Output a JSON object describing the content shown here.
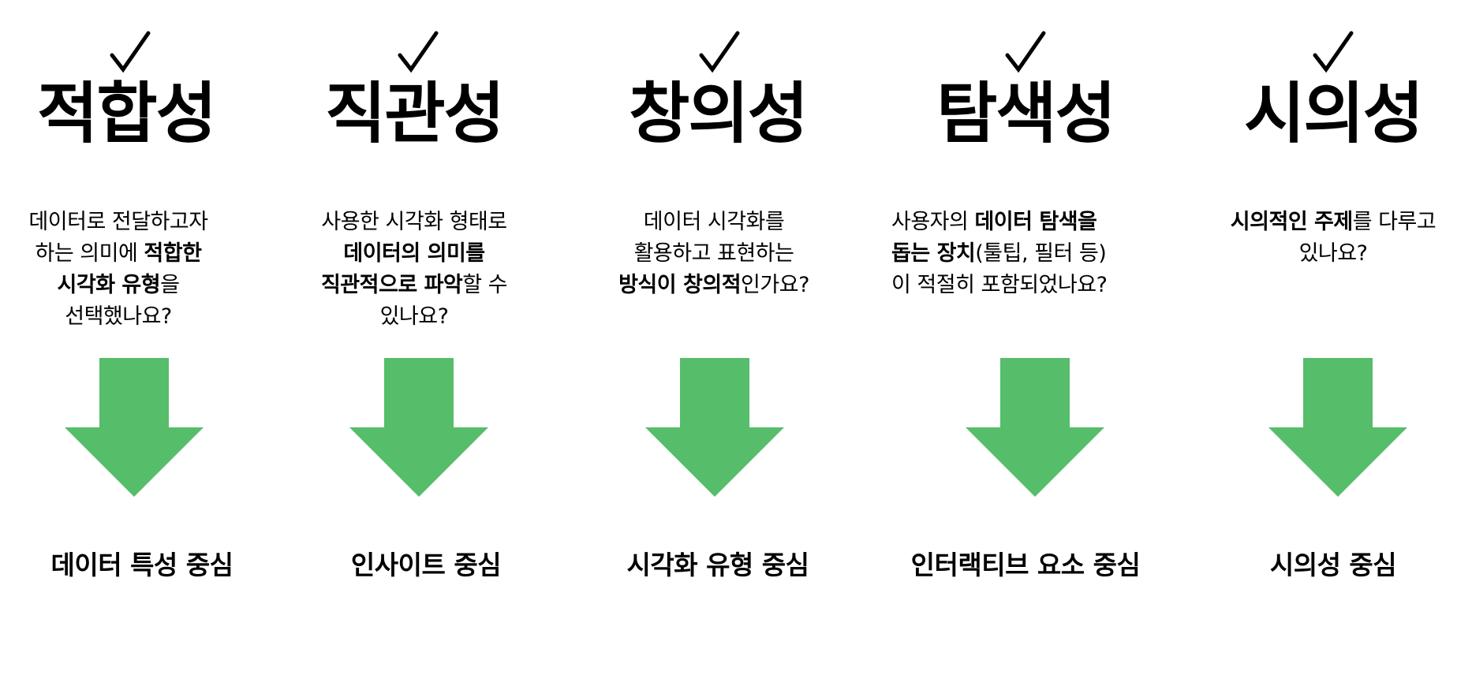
{
  "colors": {
    "arrow": "#56BD6B",
    "text": "#000000",
    "background": "#FFFFFF"
  },
  "icons": {
    "check": "check-mark-icon",
    "arrow": "down-arrow-icon"
  },
  "criteria": [
    {
      "title": "적합성",
      "check": "✓",
      "desc": [
        [
          {
            "t": "데이터로 전달하고자",
            "b": false
          }
        ],
        [
          {
            "t": "하는 의미에 ",
            "b": false
          },
          {
            "t": "적합한",
            "b": true
          }
        ],
        [
          {
            "t": "시각화 유형",
            "b": true
          },
          {
            "t": "을",
            "b": false
          }
        ],
        [
          {
            "t": "선택했나요?",
            "b": false
          }
        ]
      ],
      "focus": "데이터 특성 중심"
    },
    {
      "title": "직관성",
      "check": "✓",
      "desc": [
        [
          {
            "t": "사용한 시각화 형태로",
            "b": false
          }
        ],
        [
          {
            "t": "데이터의 의미를",
            "b": true
          }
        ],
        [
          {
            "t": "직관적으로 파악",
            "b": true
          },
          {
            "t": "할 수",
            "b": false
          }
        ],
        [
          {
            "t": "있나요?",
            "b": false
          }
        ]
      ],
      "focus": "인사이트 중심"
    },
    {
      "title": "창의성",
      "check": "✓",
      "desc": [
        [
          {
            "t": "데이터 시각화를",
            "b": false
          }
        ],
        [
          {
            "t": "활용하고 표현하는",
            "b": false
          }
        ],
        [
          {
            "t": "방식이 창의적",
            "b": true
          },
          {
            "t": "인가요?",
            "b": false
          }
        ]
      ],
      "focus": "시각화 유형 중심"
    },
    {
      "title": "탐색성",
      "check": "✓",
      "desc": [
        [
          {
            "t": "사용자의 ",
            "b": false
          },
          {
            "t": "데이터 탐색을",
            "b": true
          }
        ],
        [
          {
            "t": "돕는 장치",
            "b": true
          },
          {
            "t": "(툴팁, 필터 등)",
            "b": false
          }
        ],
        [
          {
            "t": "이 적절히 포함되었나요?",
            "b": false
          }
        ]
      ],
      "focus": "인터랙티브 요소 중심"
    },
    {
      "title": "시의성",
      "check": "✓",
      "desc": [
        [
          {
            "t": "시의적인 주제",
            "b": true
          },
          {
            "t": "를 다루고",
            "b": false
          }
        ],
        [
          {
            "t": "있나요?",
            "b": false
          }
        ]
      ],
      "focus": "시의성 중심"
    }
  ]
}
